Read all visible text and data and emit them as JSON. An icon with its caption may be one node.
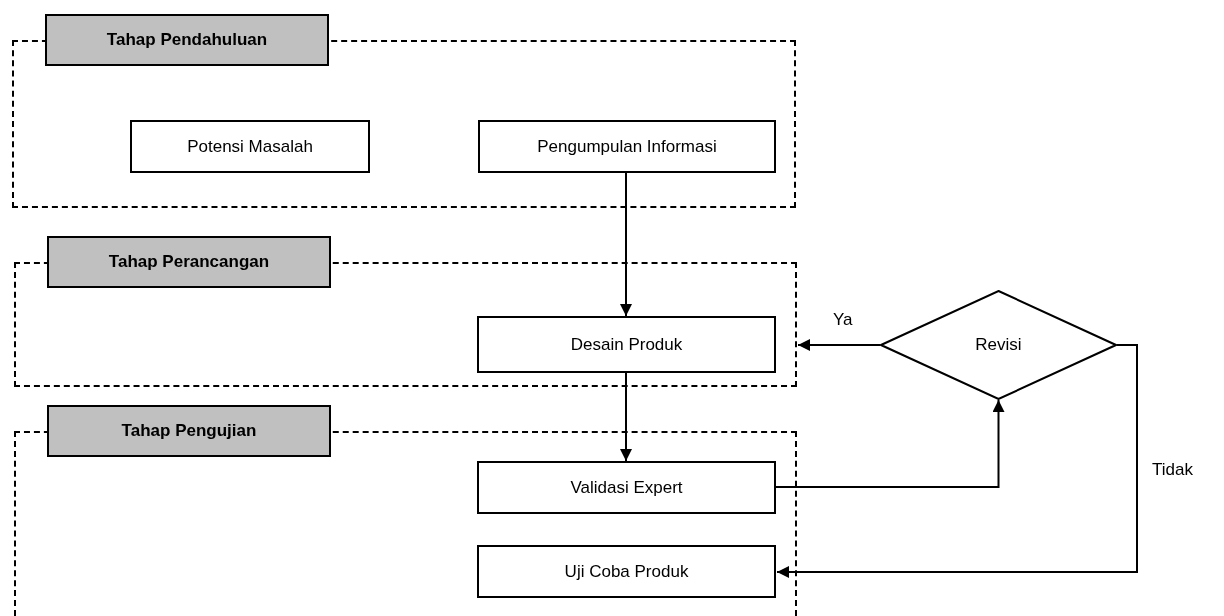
{
  "diagram": {
    "nodes": [
      {
        "text": [
          "Tahap Pendahuluan"
        ]
      },
      {
        "text": [
          "Potensi Masalah"
        ],
        "in": 0
      },
      {
        "text": [
          "Pengumpulan Informasi"
        ],
        "in": 0
      },
      {
        "text": [
          "Tahap Perancangan"
        ]
      },
      {
        "text": [
          "Desain Produk"
        ],
        "in": 3
      },
      {
        "text": [
          "Tahap Pengujian"
        ]
      },
      {
        "text": [
          "Validasi Expert"
        ],
        "in": 5
      },
      {
        "text": [
          "Uji Coba Produk"
        ],
        "in": 5
      },
      {
        "text": [
          "Revisi"
        ]
      }
    ],
    "edges": [
      {
        "from": 2,
        "to": 4,
        "arrow": "to"
      },
      {
        "from": 4,
        "to": 6,
        "arrow": "to"
      },
      {
        "from": 6,
        "to": 8,
        "arrow": "to"
      },
      {
        "from": 8,
        "to": 3,
        "arrow": "to",
        "label": "Ya"
      },
      {
        "from": 8,
        "to": 7,
        "arrow": "to",
        "label": "Tidak"
      }
    ]
  }
}
